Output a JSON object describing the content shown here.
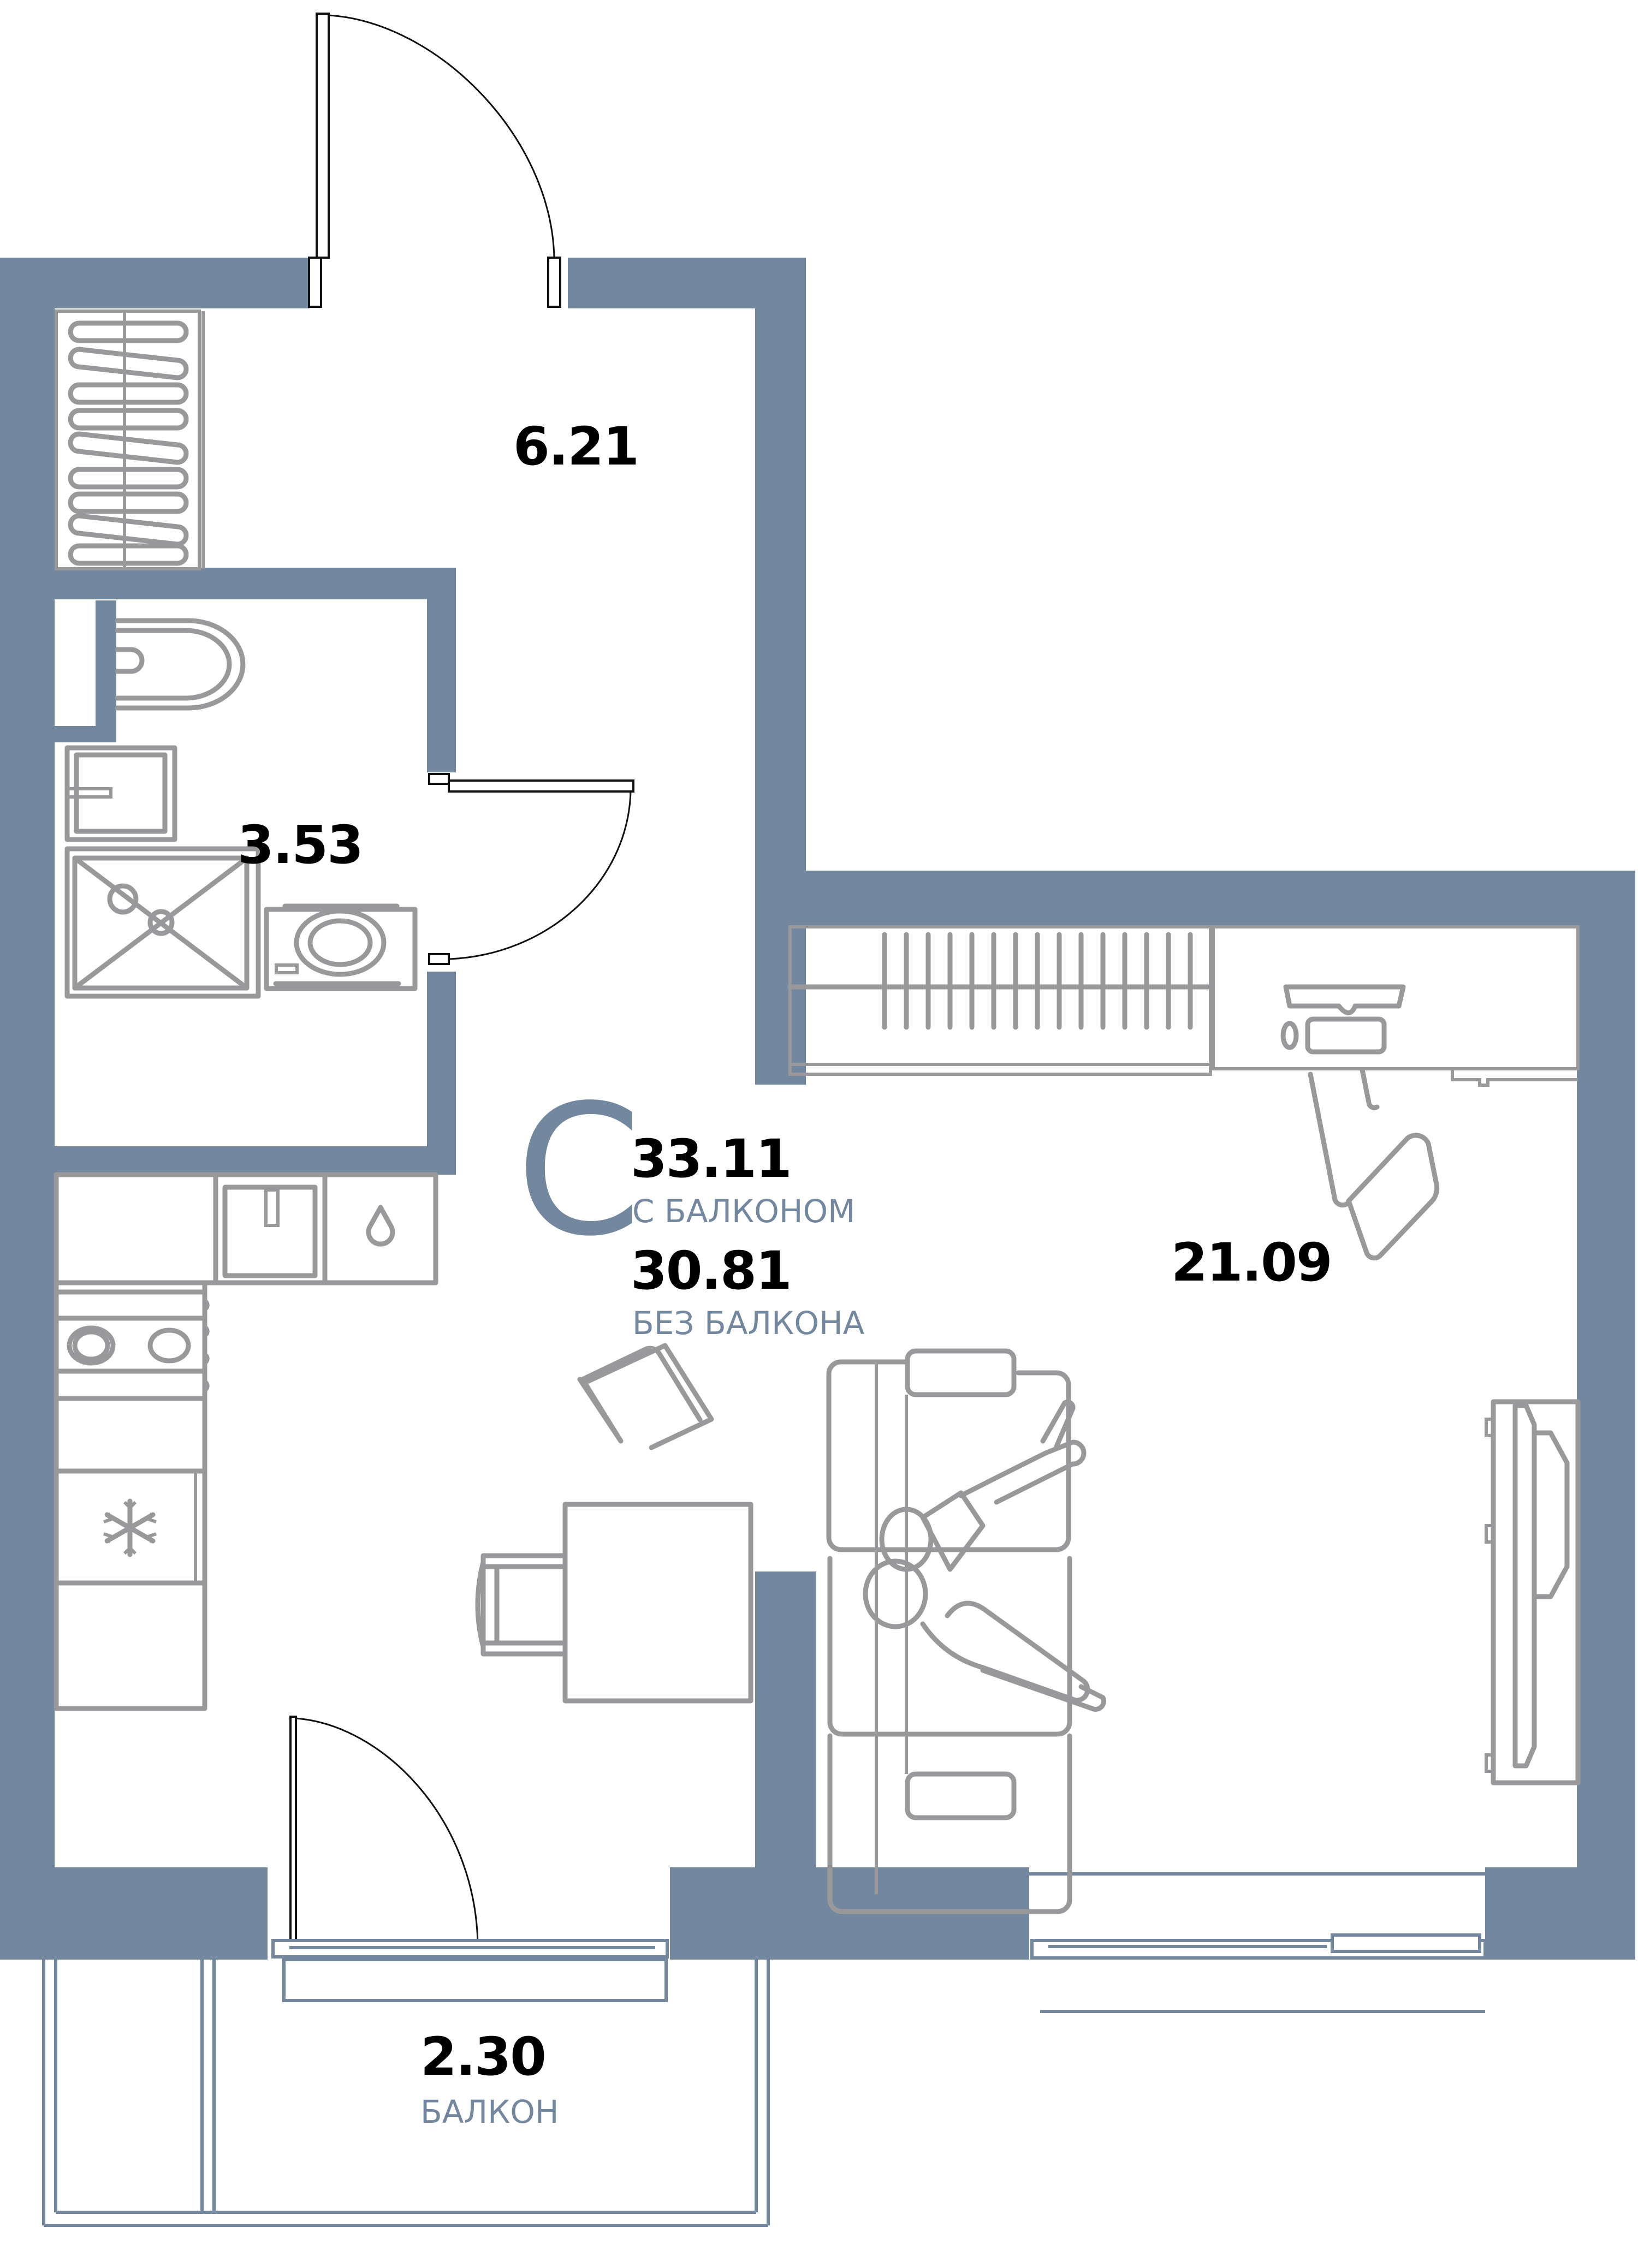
{
  "colors": {
    "wall": "#73879f",
    "furniture": "#99999c",
    "text": "#000000",
    "caption": "#73879f"
  },
  "apartment": {
    "type_letter": "С",
    "total_with_balcony": "33.11",
    "with_balcony_caption": "С БАЛКОНОМ",
    "total_without_balcony": "30.81",
    "without_balcony_caption": "БЕЗ БАЛКОНА"
  },
  "rooms": {
    "hallway": {
      "area": "6.21"
    },
    "bathroom": {
      "area": "3.53"
    },
    "living": {
      "area": "21.09"
    },
    "balcony": {
      "area": "2.30",
      "caption": "БАЛКОН"
    }
  },
  "furniture": [
    "wardrobe-hallway",
    "toilet",
    "sink-bathroom",
    "shower",
    "washing-machine",
    "kitchen-counter",
    "kitchen-sink",
    "stove",
    "fridge",
    "dining-table",
    "chair-left",
    "chair-top",
    "wardrobe-living",
    "desk",
    "office-chair",
    "sofa",
    "people-on-sofa",
    "tv-stand"
  ]
}
